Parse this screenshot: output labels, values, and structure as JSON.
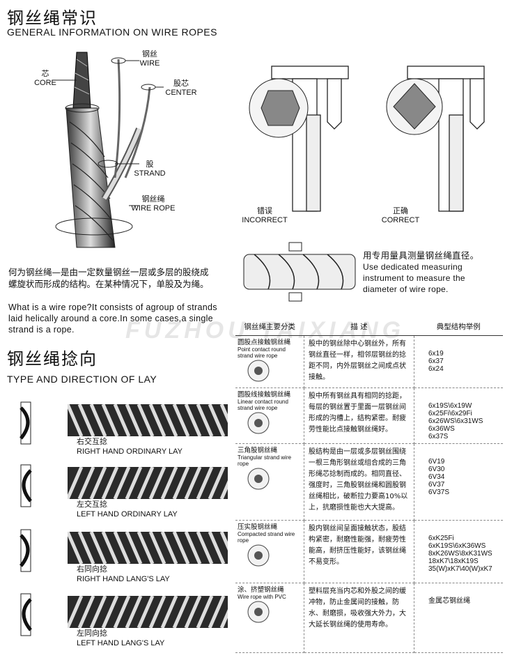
{
  "header": {
    "title_cn": "钢丝绳常识",
    "title_en": "GENERAL INFORMATION ON WIRE ROPES"
  },
  "diagram": {
    "core_cn": "芯",
    "core_en": "CORE",
    "wire_cn": "钢丝",
    "wire_en": "WIRE",
    "center_cn": "股芯",
    "center_en": "CENTER",
    "strand_cn": "股",
    "strand_en": "STRAND",
    "rope_cn": "钢丝绳",
    "rope_en": "WIRE ROPE"
  },
  "measure": {
    "incorrect_cn": "错误",
    "incorrect_en": "INCORRECT",
    "correct_cn": "正确",
    "correct_en": "CORRECT",
    "note_cn": "用专用量具测量钢丝绳直径。",
    "note_en": "Use dedicated measuring instrument to measure the diameter of wire rope."
  },
  "definition": {
    "cn": "何为钢丝绳—是由一定数量钢丝一层或多层的股绕成螺旋状而形成的结构。在某种情况下，单股及为绳。",
    "en": "What is a wire rope?It consists of agroup of strands laid helically around a core.In some cases,a single strand is a rope."
  },
  "watermark": "FUZHOU  TAIXIANG",
  "lay": {
    "title_cn": "钢丝绳捻向",
    "title_en": "TYPE AND DIRECTION OF LAY",
    "items": [
      {
        "cn": "右交互捻",
        "en": "RIGHT HAND ORDINARY LAY"
      },
      {
        "cn": "左交互捻",
        "en": "LEFT HAND ORDINARY LAY"
      },
      {
        "cn": "右同向捻",
        "en": "RIGHT HAND LANG'S LAY"
      },
      {
        "cn": "左同向捻",
        "en": "LEFT HAND LANG'S LAY"
      }
    ]
  },
  "table": {
    "headers": [
      "钢丝绳主要分类",
      "描  述",
      "典型结构举例"
    ],
    "rows": [
      {
        "name_cn": "圆股点接触钢丝绳",
        "name_en": "Point contact round strand wire rope",
        "desc": "股中的钢丝除中心钢丝外，所有钢丝直径一样，相邻层钢丝的捻距不同，内外层钢丝之间成点状接触。",
        "examples": [
          "6x19",
          "6x37",
          "6x24"
        ]
      },
      {
        "name_cn": "圆股线接触钢丝绳",
        "name_en": "Linear contact round strand wire rope",
        "desc": "股中所有钢丝具有相同的捻距，每层的钢丝置于里面一层钢丝间形成的沟槽上，结构紧密。耐疲劳性能比点接触钢丝绳好。",
        "examples": [
          "6x19S\\6x19W",
          "6x25Fi\\6x29Fi",
          "6x26WS\\6x31WS",
          "6x36WS",
          "6x37S"
        ]
      },
      {
        "name_cn": "三角股钢丝绳",
        "name_en": "Triangular strand wire rope",
        "desc": "股结构是由一层或多层钢丝围绕一根三角形钢丝或组合成的三角形绳芯捻制而成的。相同直径、强度时，三角股钢丝绳和圆股钢丝绳相比，破断拉力要高10%以上，抗磨损性能也大大提高。",
        "examples": [
          "6V19",
          "6V30",
          "6V34",
          "6V37",
          "6V37S"
        ]
      },
      {
        "name_cn": "压实股钢丝绳",
        "name_en": "Compacted strand wire rope",
        "desc": "股内钢丝间呈面接触状态，股结构紧密，耐磨性能强，耐疲劳性能高，耐挤压性能好，该钢丝绳不易变形。",
        "examples": [
          "6xK25Fi",
          "6xK19S\\6xK36WS",
          "8xK26WS\\8xK31WS",
          "18xK7\\18xK19S",
          "35(W)xK7\\40(W)xK7"
        ]
      },
      {
        "name_cn": "涂、挤塑钢丝绳",
        "name_en": "Wire rope with PVC",
        "desc": "塑料层充当内芯和外股之间的缓冲物，防止金属间的接触，防水、耐磨损，吸收强大外力，大大延长钢丝绳的使用寿命。",
        "examples": [
          "金属芯钢丝绳"
        ]
      }
    ]
  }
}
